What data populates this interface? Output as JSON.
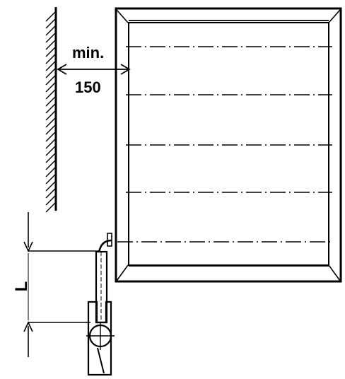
{
  "labels": {
    "clearance_prefix": "min.",
    "clearance_value": "150",
    "length_symbol": "L"
  },
  "colors": {
    "ink": "#000000",
    "background": "#ffffff"
  },
  "icons": {
    "wall": "hatched-wall",
    "panel": "damper-frame",
    "actuator": "handle-actuator"
  }
}
